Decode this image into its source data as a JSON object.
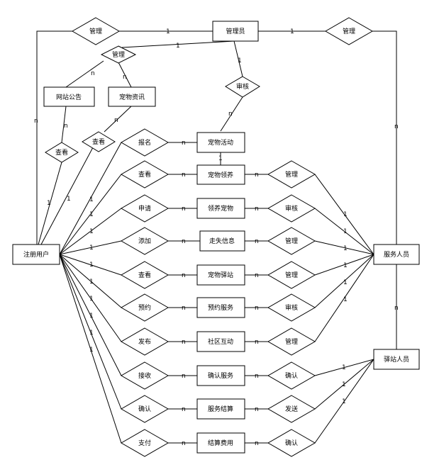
{
  "entities": {
    "admin": "管理员",
    "announcement": "网站公告",
    "pet_news": "宠物资讯",
    "pet_activity": "宠物活动",
    "pet_adoption": "宠物领养",
    "adopt_pet": "领养宠物",
    "lost_info": "走失信息",
    "pet_station": "宠物驿站",
    "booking_service": "预约服务",
    "community": "社区互动",
    "confirm_service": "确认服务",
    "service_settlement": "服务结算",
    "settlement_fee": "结算费用",
    "user": "注册用户",
    "staff": "服务人员",
    "station_staff": "驿站人员"
  },
  "relationships": {
    "manage_top_left": "管理",
    "manage_top_right": "管理",
    "manage_content": "管理",
    "review_activity": "审核",
    "view_announcement": "查看",
    "view_news": "查看",
    "signup": "报名",
    "view_adoption": "查看",
    "apply": "申请",
    "add": "添加",
    "view_station": "查看",
    "book": "预约",
    "publish": "发布",
    "receive": "接收",
    "confirm": "确认",
    "pay": "支付",
    "manage_adoption": "管理",
    "review_adopt": "审核",
    "manage_lost": "管理",
    "manage_station": "管理",
    "review_booking": "审核",
    "manage_community": "管理",
    "confirm_service_rel": "确认",
    "send": "发送",
    "confirm_fee": "确认"
  },
  "cardinality": {
    "one": "1",
    "many": "n"
  }
}
